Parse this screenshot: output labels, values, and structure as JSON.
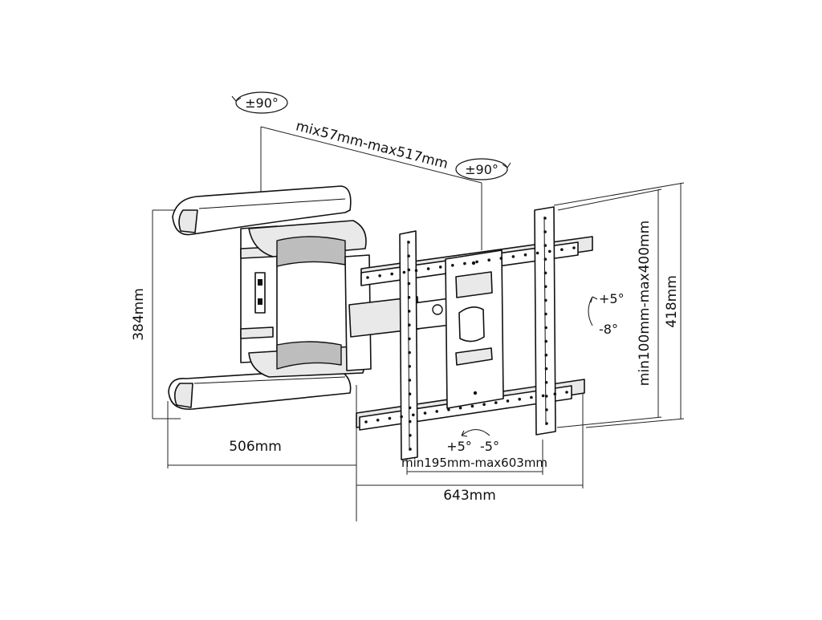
{
  "dimensions": {
    "arm_rotation": "±90°",
    "plate_rotation": "±90°",
    "arm_extension": "mix57mm-max517mm",
    "wall_height": "384mm",
    "wall_width": "506mm",
    "vesa_horizontal": "min195mm-max603mm",
    "overall_width": "643mm",
    "vesa_vertical": "min100mm-max400mm",
    "overall_height": "418mm",
    "tilt_up": "+5°",
    "tilt_down": "-8°",
    "swivel_left": "+5°",
    "swivel_right": "-5°"
  }
}
